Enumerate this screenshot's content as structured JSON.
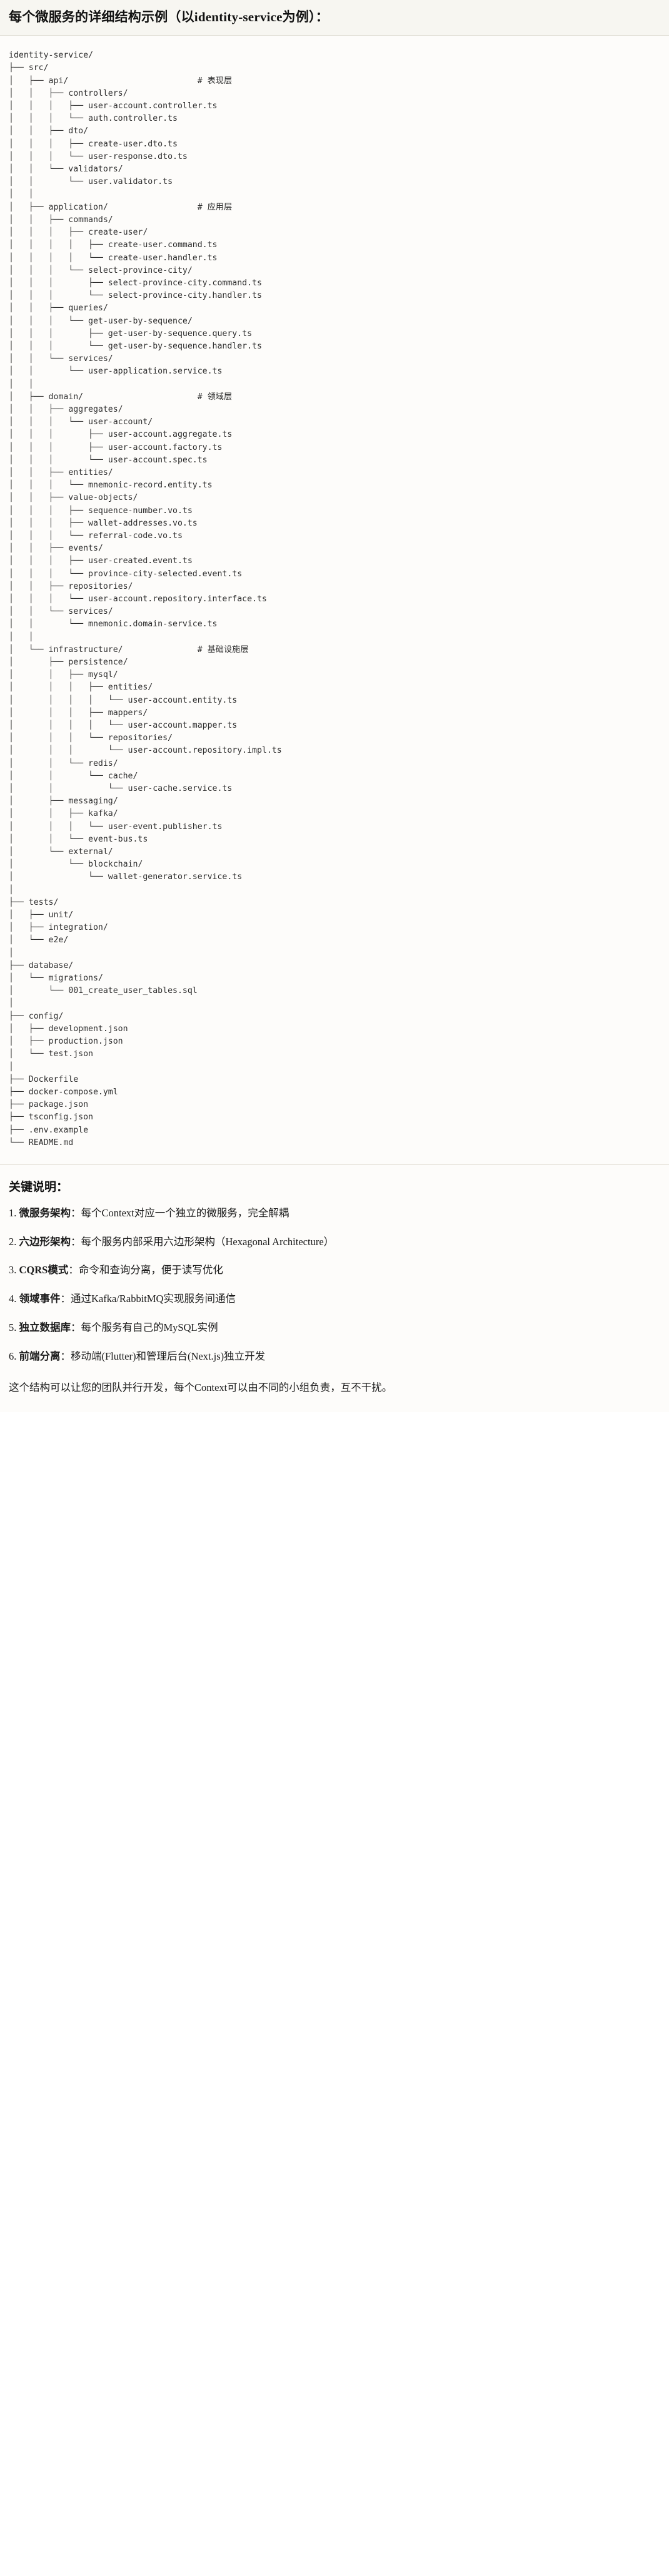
{
  "title": "每个微服务的详细结构示例（以identity-service为例）：",
  "tree": {
    "root": "identity-service/",
    "lines": [
      "identity-service/",
      "├── src/",
      "│   ├── api/                          # 表现层",
      "│   │   ├── controllers/",
      "│   │   │   ├── user-account.controller.ts",
      "│   │   │   └── auth.controller.ts",
      "│   │   ├── dto/",
      "│   │   │   ├── create-user.dto.ts",
      "│   │   │   └── user-response.dto.ts",
      "│   │   └── validators/",
      "│   │       └── user.validator.ts",
      "│   │",
      "│   ├── application/                  # 应用层",
      "│   │   ├── commands/",
      "│   │   │   ├── create-user/",
      "│   │   │   │   ├── create-user.command.ts",
      "│   │   │   │   └── create-user.handler.ts",
      "│   │   │   └── select-province-city/",
      "│   │   │       ├── select-province-city.command.ts",
      "│   │   │       └── select-province-city.handler.ts",
      "│   │   ├── queries/",
      "│   │   │   └── get-user-by-sequence/",
      "│   │   │       ├── get-user-by-sequence.query.ts",
      "│   │   │       └── get-user-by-sequence.handler.ts",
      "│   │   └── services/",
      "│   │       └── user-application.service.ts",
      "│   │",
      "│   ├── domain/                       # 领域层",
      "│   │   ├── aggregates/",
      "│   │   │   └── user-account/",
      "│   │   │       ├── user-account.aggregate.ts",
      "│   │   │       ├── user-account.factory.ts",
      "│   │   │       └── user-account.spec.ts",
      "│   │   ├── entities/",
      "│   │   │   └── mnemonic-record.entity.ts",
      "│   │   ├── value-objects/",
      "│   │   │   ├── sequence-number.vo.ts",
      "│   │   │   ├── wallet-addresses.vo.ts",
      "│   │   │   └── referral-code.vo.ts",
      "│   │   ├── events/",
      "│   │   │   ├── user-created.event.ts",
      "│   │   │   └── province-city-selected.event.ts",
      "│   │   ├── repositories/",
      "│   │   │   └── user-account.repository.interface.ts",
      "│   │   └── services/",
      "│   │       └── mnemonic.domain-service.ts",
      "│   │",
      "│   └── infrastructure/               # 基础设施层",
      "│       ├── persistence/",
      "│       │   ├── mysql/",
      "│       │   │   ├── entities/",
      "│       │   │   │   └── user-account.entity.ts",
      "│       │   │   ├── mappers/",
      "│       │   │   │   └── user-account.mapper.ts",
      "│       │   │   └── repositories/",
      "│       │   │       └── user-account.repository.impl.ts",
      "│       │   └── redis/",
      "│       │       └── cache/",
      "│       │           └── user-cache.service.ts",
      "│       ├── messaging/",
      "│       │   ├── kafka/",
      "│       │   │   └── user-event.publisher.ts",
      "│       │   └── event-bus.ts",
      "│       └── external/",
      "│           └── blockchain/",
      "│               └── wallet-generator.service.ts",
      "│",
      "├── tests/",
      "│   ├── unit/",
      "│   ├── integration/",
      "│   └── e2e/",
      "│",
      "├── database/",
      "│   └── migrations/",
      "│       └── 001_create_user_tables.sql",
      "│",
      "├── config/",
      "│   ├── development.json",
      "│   ├── production.json",
      "│   └── test.json",
      "│",
      "├── Dockerfile",
      "├── docker-compose.yml",
      "├── package.json",
      "├── tsconfig.json",
      "├── .env.example",
      "└── README.md"
    ],
    "layer_comments": [
      {
        "path": "api/",
        "comment": "# 表现层"
      },
      {
        "path": "application/",
        "comment": "# 应用层"
      },
      {
        "path": "domain/",
        "comment": "# 领域层"
      },
      {
        "path": "infrastructure/",
        "comment": "# 基础设施层"
      }
    ]
  },
  "keys": {
    "heading": "关键说明：",
    "items": [
      {
        "num": "1.",
        "lead": "微服务架构",
        "body": "：每个Context对应一个独立的微服务，完全解耦"
      },
      {
        "num": "2.",
        "lead": "六边形架构",
        "body": "：每个服务内部采用六边形架构（Hexagonal Architecture）"
      },
      {
        "num": "3.",
        "lead": "CQRS模式",
        "body": "：命令和查询分离，便于读写优化"
      },
      {
        "num": "4.",
        "lead": "领域事件",
        "body": "：通过Kafka/RabbitMQ实现服务间通信"
      },
      {
        "num": "5.",
        "lead": "独立数据库",
        "body": "：每个服务有自己的MySQL实例"
      },
      {
        "num": "6.",
        "lead": "前端分离",
        "body": "：移动端(Flutter)和管理后台(Next.js)独立开发"
      }
    ],
    "closing": "这个结构可以让您的团队并行开发，每个Context可以由不同的小组负责，互不干扰。"
  }
}
